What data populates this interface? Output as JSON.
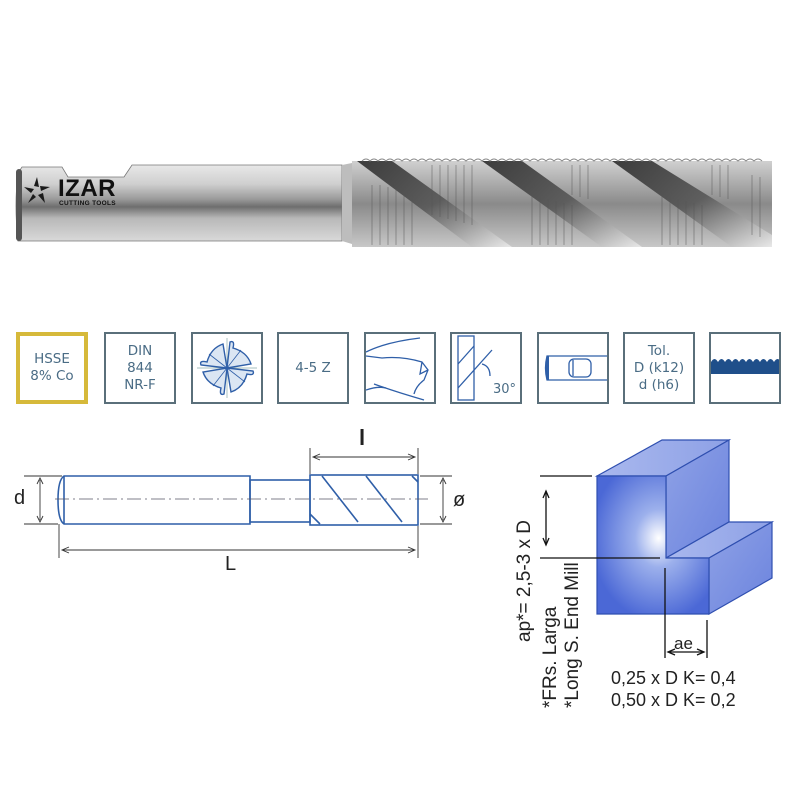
{
  "product_image": {
    "brand": "IZAR",
    "brand_sub": "CUTTING TOOLS",
    "description": "HSSE long roughing end mill photo"
  },
  "spec_icons": [
    {
      "id": "material",
      "lines": [
        "HSSE",
        "8% Co"
      ],
      "highlight": true,
      "icon": "material-text"
    },
    {
      "id": "standard",
      "lines": [
        "DIN",
        "844",
        "NR-F"
      ],
      "icon": "standard-text"
    },
    {
      "id": "cross-section",
      "lines": [],
      "icon": "four-flute-cross-section-icon"
    },
    {
      "id": "teeth",
      "lines": [
        "4-5 Z"
      ],
      "icon": "teeth-count-text"
    },
    {
      "id": "cutting-end",
      "lines": [],
      "icon": "cutting-end-profile-icon"
    },
    {
      "id": "helix",
      "lines": [],
      "angle": "30°",
      "icon": "helix-angle-icon"
    },
    {
      "id": "shank",
      "lines": [],
      "icon": "weldon-shank-icon"
    },
    {
      "id": "tolerance",
      "lines": [
        "Tol.",
        "D (k12)",
        "d (h6)"
      ],
      "icon": "tolerance-text"
    },
    {
      "id": "profile",
      "lines": [],
      "icon": "roughing-profile-icon"
    }
  ],
  "dimension_drawing": {
    "shank_diameter_label": "d",
    "cutting_length_label": "l",
    "cutter_diameter_label": "ø",
    "overall_length_label": "L"
  },
  "cutting_diagram": {
    "ap_label": "ap*= 2,5-3 x D",
    "note_es": "*FRs. Larga",
    "note_en": "*Long S. End Mill",
    "ae_label": "ae",
    "conditions": [
      "0,25 x D K= 0,4",
      "0,50 x D K= 0,2"
    ],
    "block_color": "#4b68d6"
  },
  "colors": {
    "icon_border": "#5a6f7a",
    "icon_text": "#4a6c85",
    "highlight_border": "#d6b93a",
    "drawing_line": "#2f5fa8"
  }
}
